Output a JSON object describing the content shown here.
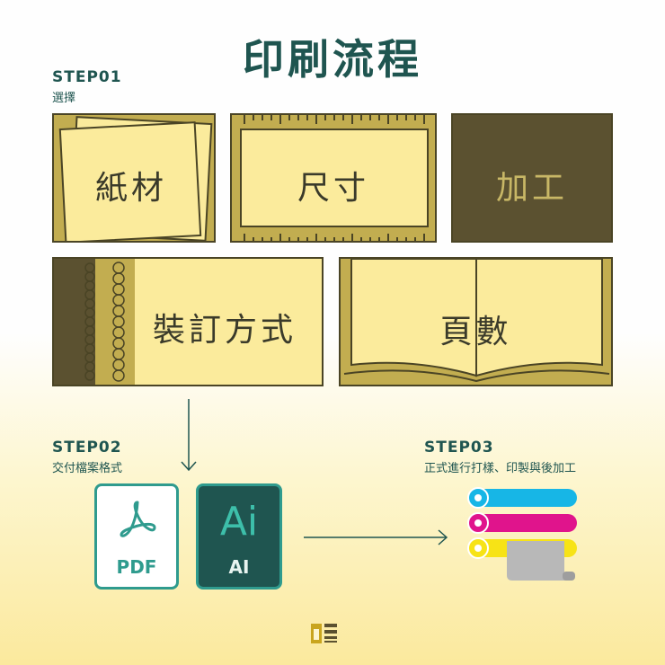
{
  "title": "印刷流程",
  "steps": [
    {
      "label": "STEP01",
      "desc": "選擇"
    },
    {
      "label": "STEP02",
      "desc": "交付檔案格式"
    },
    {
      "label": "STEP03",
      "desc": "正式進行打樣、印製與後加工"
    }
  ],
  "options": {
    "paper": "紙材",
    "size": "尺寸",
    "finishing": "加工",
    "binding": "裝訂方式",
    "pages": "頁數"
  },
  "files": {
    "pdf_label": "PDF",
    "ai_glyph": "Ai",
    "ai_label": "AI"
  },
  "icons": [
    "down-arrow-icon",
    "right-arrow-icon",
    "pdf-icon",
    "ai-icon",
    "ink-rolls-icon",
    "logo-icon"
  ],
  "colors": {
    "title": "#1f5550",
    "card_light": "#fbeb9c",
    "card_olive": "#c2ad50",
    "card_dark": "#5b5130",
    "pdf_accent": "#2f9b8e",
    "ai_bg": "#1f5550",
    "cyan": "#17b6e6",
    "magenta": "#e0148c",
    "yellow": "#f7e316"
  }
}
